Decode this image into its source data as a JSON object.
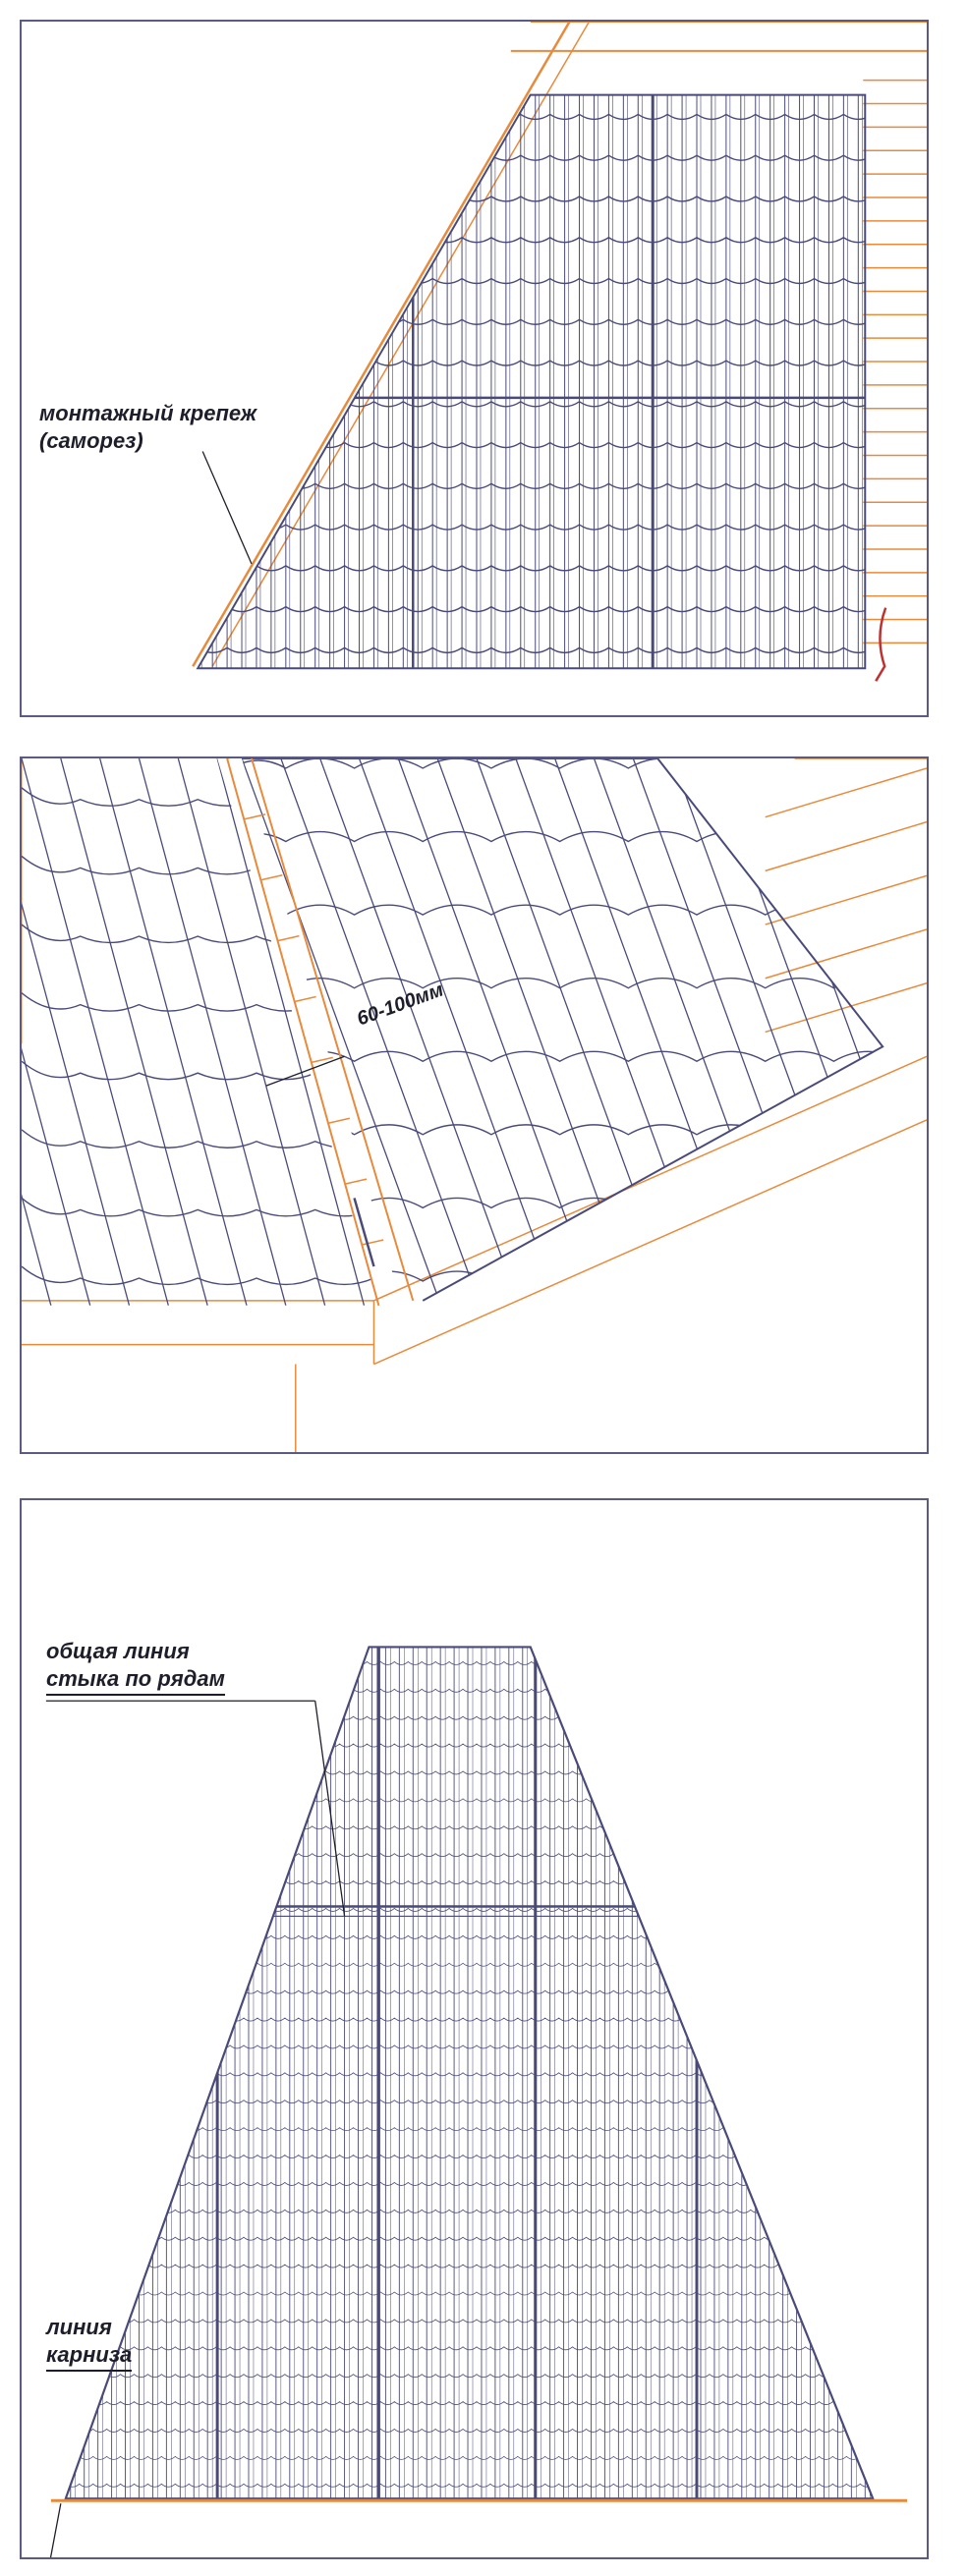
{
  "palette": {
    "roof_line": "#4a4a78",
    "structure": "#e88a3c",
    "frame": "#5a5a82",
    "text": "#1e1e2a",
    "accent_red": "#c03030"
  },
  "panel_top": {
    "label_line1": "монтажный крепеж",
    "label_line2": "(саморез)"
  },
  "panel_middle": {
    "overlap_label": "60-100мм"
  },
  "panel_bottom": {
    "joint_label_line1": "общая линия",
    "joint_label_line2": "стыка по рядам",
    "eave_label_line1": "линия",
    "eave_label_line2": "карниза"
  }
}
